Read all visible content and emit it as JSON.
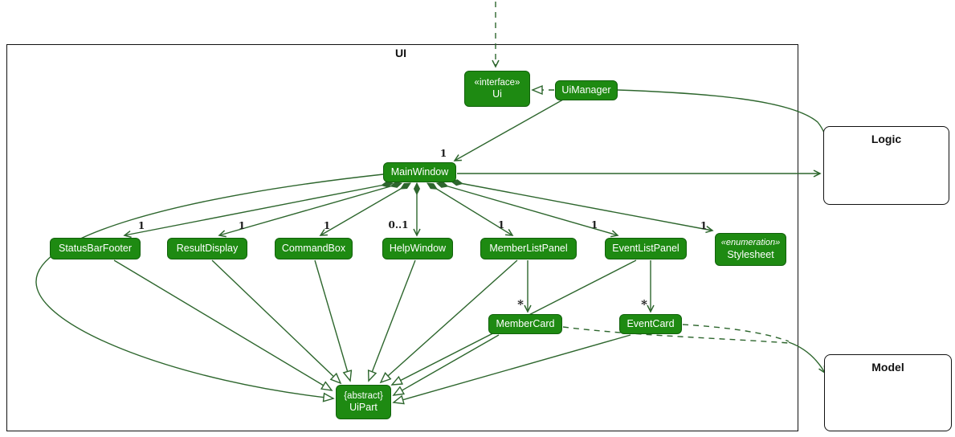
{
  "colors": {
    "class_fill": "#1e8a12",
    "class_border": "#11610b",
    "edge_line": "#2d662d",
    "class_text": "#ffffff",
    "frame_border": "#111111"
  },
  "package": {
    "label": "UI"
  },
  "classes": {
    "ui_interface": {
      "stereotype": "«interface»",
      "name": "Ui"
    },
    "ui_manager": {
      "name": "UiManager"
    },
    "main_window": {
      "name": "MainWindow"
    },
    "status_bar_footer": {
      "name": "StatusBarFooter"
    },
    "result_display": {
      "name": "ResultDisplay"
    },
    "command_box": {
      "name": "CommandBox"
    },
    "help_window": {
      "name": "HelpWindow"
    },
    "member_list_panel": {
      "name": "MemberListPanel"
    },
    "event_list_panel": {
      "name": "EventListPanel"
    },
    "stylesheet": {
      "stereotype": "«enumeration»",
      "name": "Stylesheet"
    },
    "member_card": {
      "name": "MemberCard"
    },
    "event_card": {
      "name": "EventCard"
    },
    "ui_part": {
      "modifier": "{abstract}",
      "name": "UiPart"
    }
  },
  "external": {
    "logic": {
      "label": "Logic"
    },
    "model": {
      "label": "Model"
    }
  },
  "multiplicities": {
    "uimanager_mainwindow": "1",
    "statusbarfooter": "1",
    "resultdisplay": "1",
    "commandbox": "1",
    "helpwindow": "0..1",
    "memberlistpanel": "1",
    "eventlistpanel": "1",
    "stylesheet": "1",
    "membercard": "*",
    "eventcard": "*"
  }
}
